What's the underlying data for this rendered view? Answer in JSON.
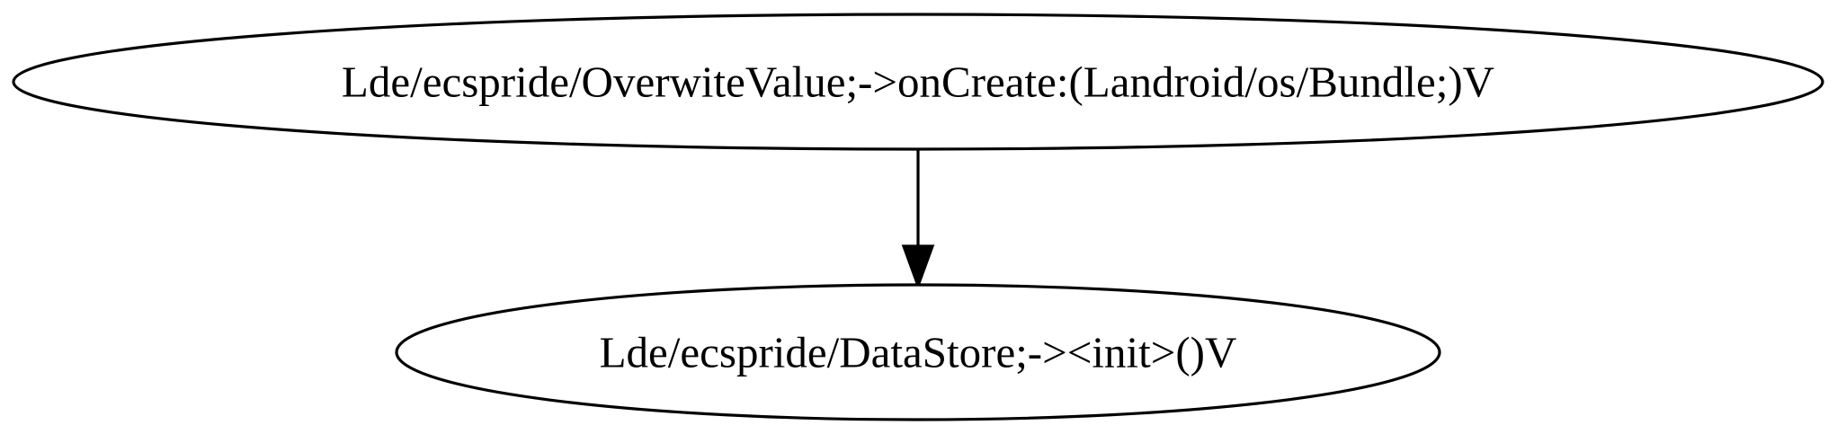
{
  "graph": {
    "nodes": [
      {
        "id": "oncreate",
        "label": "Lde/ecspride/OverwiteValue;->onCreate:(Landroid/os/Bundle;)V"
      },
      {
        "id": "datastore_init",
        "label": "Lde/ecspride/DataStore;-><init>()V"
      }
    ],
    "edges": [
      {
        "from": "oncreate",
        "to": "datastore_init"
      }
    ]
  }
}
